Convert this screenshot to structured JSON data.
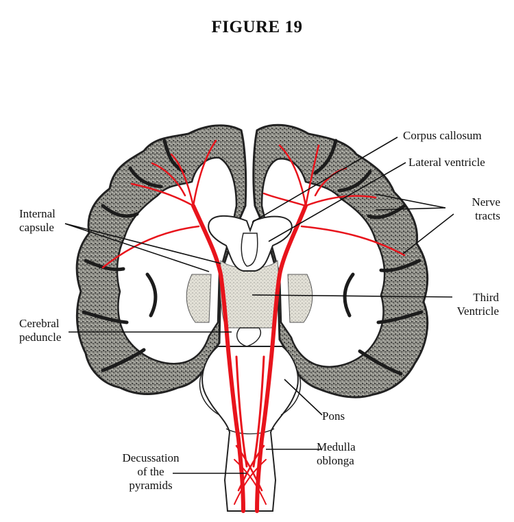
{
  "figure": {
    "title": "FIGURE 19",
    "colors": {
      "tract": "#e8141c",
      "cortex": "#2b2b2b",
      "cortex_fill": "#9a9a92",
      "line": "#111111"
    },
    "labels": {
      "corpus_callosum": "Corpus callosum",
      "lateral_ventricle": "Lateral ventricle",
      "nerve_tracts": [
        "Nerve",
        "tracts"
      ],
      "internal_capsule": [
        "Internal",
        "capsule"
      ],
      "third_ventricle": [
        "Third",
        "Ventricle"
      ],
      "cerebral_peduncle": [
        "Cerebral",
        "peduncle"
      ],
      "pons": "Pons",
      "medulla_oblonga": [
        "Medulla",
        "oblonga"
      ],
      "decussation": [
        "Decussation",
        "of the",
        "pyramids"
      ]
    }
  }
}
